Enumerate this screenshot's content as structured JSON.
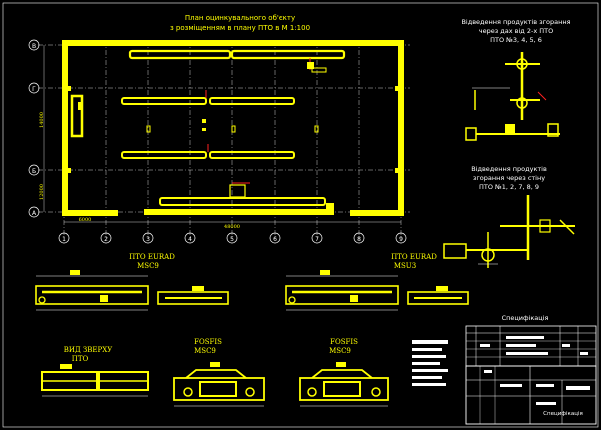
{
  "colors": {
    "background": "#000000",
    "primary": "#ffff00",
    "secondary": "#ffffff",
    "accent": "#ff2020"
  },
  "plan": {
    "title_line1": "План оцинкувального об'єкту",
    "title_line2": "з розміщенням в плану ПТО в М 1:100",
    "row_axes": [
      "В",
      "Г",
      "Б",
      "А"
    ],
    "col_axes": [
      "1",
      "2",
      "3",
      "4",
      "5",
      "6",
      "7",
      "8",
      "9"
    ],
    "dim_left_top": "14000",
    "dim_left_bottom": "12000",
    "dim_bottom_left": "6000",
    "dim_bottom_total": "48000"
  },
  "side_view_1": {
    "line1": "Відведення продуктів згорання",
    "line2": "через дах від 2-х ПТО",
    "line3": "ПТО №3, 4, 5, 6"
  },
  "side_view_2": {
    "line1": "Відведення продуктів",
    "line2": "згорання через стіну",
    "line3": "ПТО №1, 2, 7, 8, 9"
  },
  "units": {
    "left_title": "ПТО EURAD",
    "left_model": "MSC9",
    "right_title": "ПТО EURAD",
    "right_model": "MSU3",
    "top_view_title": "ВИД ЗВЕРХУ",
    "top_view_sub": "ПТО",
    "fosfis_1_title": "FOSFIS",
    "fosfis_1_model": "MSC9",
    "fosfis_2_title": "FOSFIS",
    "fosfis_2_model": "MSC9"
  },
  "spec_table": {
    "title": "Специфікація"
  },
  "stamp": {
    "title": "Специфікація"
  }
}
